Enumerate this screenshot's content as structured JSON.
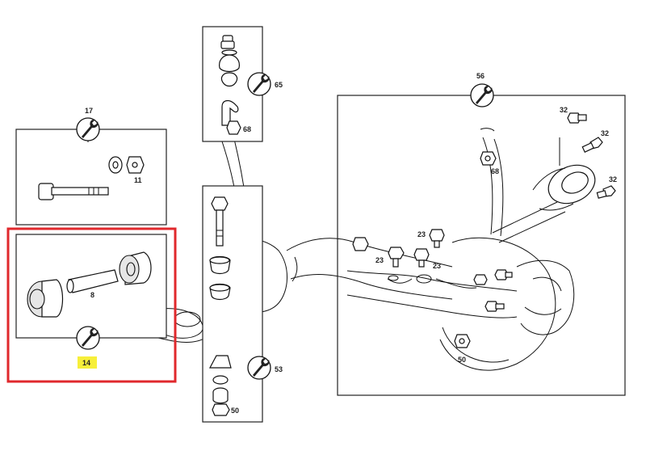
{
  "callouts": {
    "p17": "17",
    "p11": "11",
    "p14": "14",
    "p8": "8",
    "p65": "65",
    "p68a": "68",
    "p53": "53",
    "p50a": "50",
    "p56": "56",
    "p32a": "32",
    "p32b": "32",
    "p32c": "32",
    "p68b": "68",
    "p23a": "23",
    "p23b": "23",
    "p23c": "23",
    "p50b": "50"
  },
  "colors": {
    "highlight_frame": "#e0282c",
    "highlight_label": "#f7ef3a",
    "line": "#111111"
  }
}
